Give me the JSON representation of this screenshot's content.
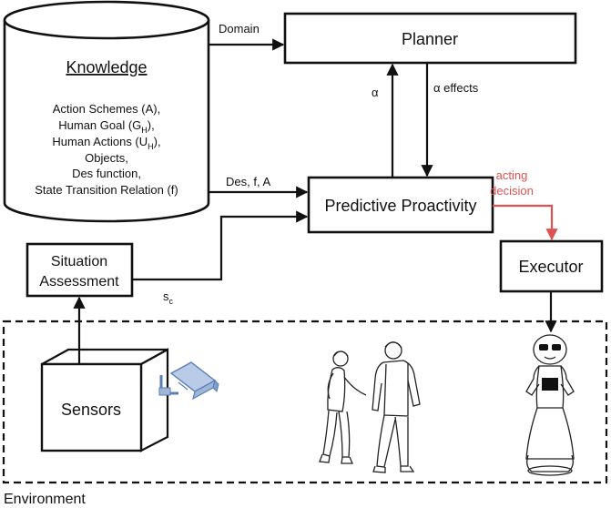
{
  "knowledge": {
    "title": "Knowledge",
    "items": [
      "Action Schemes (A),",
      "Human Goal (G",
      "Human Actions (U",
      "Objects,",
      "Des function,",
      "State Transition Relation (f)"
    ],
    "subscript": "H",
    "closing": "),"
  },
  "planner": {
    "label": "Planner"
  },
  "proactivity": {
    "label": "Predictive Proactivity"
  },
  "situation": {
    "line1": "Situation",
    "line2": "Assessment"
  },
  "executor": {
    "label": "Executor"
  },
  "sensors": {
    "label": "Sensors"
  },
  "environment": {
    "label": "Environment"
  },
  "edges": {
    "domain": "Domain",
    "alpha": "α",
    "alpha_effects": "α effects",
    "des_f_a": "Des, f, A",
    "s_c_base": "s",
    "s_c_sub": "c",
    "acting_line1": "acting",
    "acting_line2": "decision"
  },
  "colors": {
    "ink": "#111111",
    "acting": "#e05252",
    "camera": "#9fb6d8"
  },
  "icons": [
    "camera-icon",
    "humans-illustration",
    "robot-illustration"
  ]
}
